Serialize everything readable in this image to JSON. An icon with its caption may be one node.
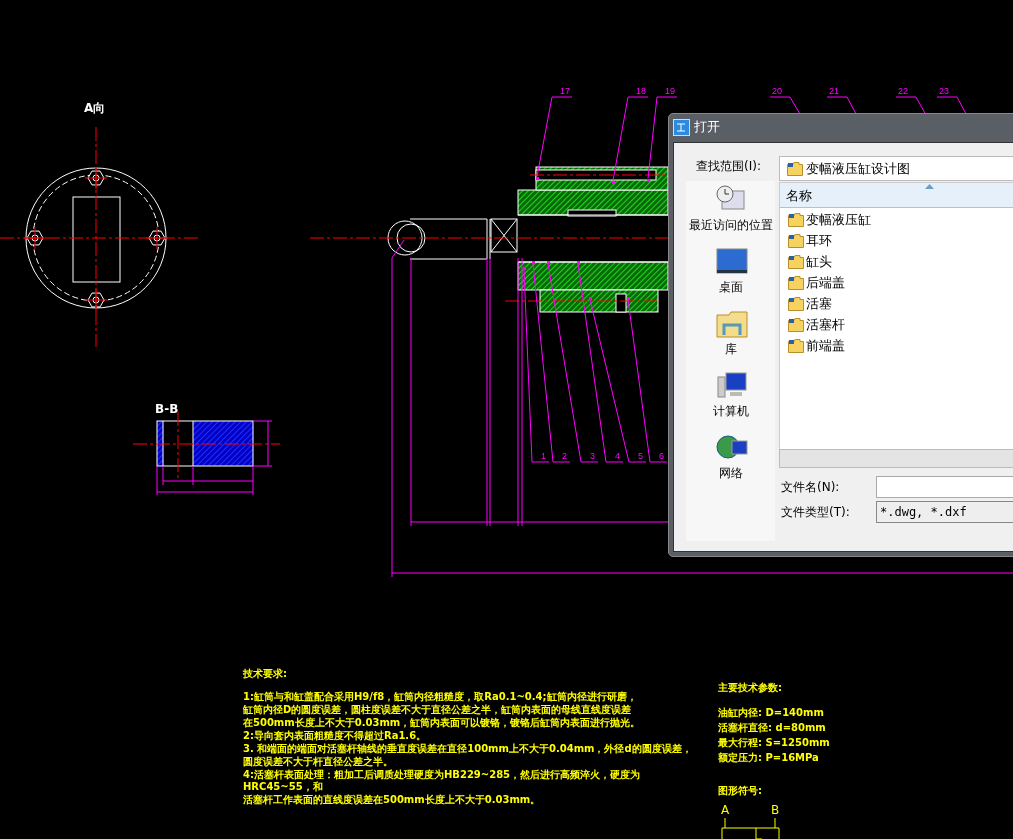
{
  "diagram": {
    "nodes": [
      {
        "text": [
          "1"
        ]
      },
      {
        "text": [
          "2"
        ]
      },
      {
        "text": [
          "3"
        ]
      },
      {
        "text": [
          "4"
        ]
      },
      {
        "text": [
          "5"
        ]
      },
      {
        "text": [
          "6"
        ]
      },
      {
        "text": [
          "17"
        ]
      },
      {
        "text": [
          "18"
        ]
      },
      {
        "text": [
          "19"
        ]
      },
      {
        "text": [
          "20"
        ]
      },
      {
        "text": [
          "21"
        ]
      },
      {
        "text": [
          "22"
        ]
      },
      {
        "text": [
          "23"
        ]
      },
      {
        "text": [],
        "shape": "dot"
      },
      {
        "text": [],
        "shape": "dot"
      },
      {
        "text": [],
        "shape": "dot"
      },
      {
        "text": [],
        "shape": "dot"
      },
      {
        "text": [],
        "shape": "dot"
      },
      {
        "text": [],
        "shape": "dot"
      },
      {
        "text": [],
        "shape": "dot"
      },
      {
        "text": [],
        "shape": "dot"
      },
      {
        "text": [],
        "shape": "dot"
      }
    ],
    "edges": [
      {
        "from": 0,
        "to": 13,
        "arrow": "none"
      },
      {
        "from": 1,
        "to": 14,
        "arrow": "none"
      },
      {
        "from": 2,
        "to": 15,
        "arrow": "none"
      },
      {
        "from": 3,
        "to": 16,
        "arrow": "none"
      },
      {
        "from": 4,
        "to": 17,
        "arrow": "none"
      },
      {
        "from": 5,
        "to": 18,
        "arrow": "none"
      },
      {
        "from": 6,
        "to": 19,
        "arrow": "none"
      },
      {
        "from": 7,
        "to": 20,
        "arrow": "none"
      },
      {
        "from": 8,
        "to": 21,
        "arrow": "none"
      },
      {
        "from": 9,
        "to": null,
        "arrow": "none"
      },
      {
        "from": 10,
        "to": null,
        "arrow": "none"
      },
      {
        "from": 11,
        "to": null,
        "arrow": "none"
      },
      {
        "from": 12,
        "to": null,
        "arrow": "none"
      }
    ],
    "labels": [
      "A向",
      "B-B",
      "技术要求:",
      "1:缸筒与和缸盖配合采用H9/f8，缸筒内径粗糙度，取Ra0.1~0.4;缸筒内径进行研磨，",
      "缸筒内径D的圆度误差，圆柱度误差不大于直径公差之半，缸筒内表面的母线直线度误差",
      "在500mm长度上不大于0.03mm，缸筒内表面可以镀铬，镀铬后缸筒内表面进行抛光。",
      "2:导向套内表面粗糙度不得超过Ra1.6。",
      "3. 和端面的端面对活塞杆轴线的垂直度误差在直径100mm上不大于0.04mm，外径d的圆度误差，",
      "圆度误差不大于杆直径公差之半。",
      "4:活塞杆表面处理：粗加工后调质处理硬度为HB229~285，然后进行高频淬火，硬度为HRC45~55，和",
      "活塞杆工作表面的直线度误差在500mm长度上不大于0.03mm。",
      "主要技术参数:",
      "油缸内径: D=140mm",
      "活塞杆直径: d=80mm",
      "最大行程: S=1250mm",
      "额定压力: P=16MPa",
      "图形符号:",
      "A",
      "B",
      "打开",
      "查找范围(I):",
      "变幅液压缸设计图",
      "名称",
      "最近访问的位置",
      "桌面",
      "库",
      "计算机",
      "网络",
      "变幅液压缸",
      "耳环",
      "缸头",
      "后端盖",
      "活塞",
      "活塞杆",
      "前端盖",
      "文件名(N):",
      "文件类型(T):",
      "*.dwg, *.dxf"
    ]
  }
}
